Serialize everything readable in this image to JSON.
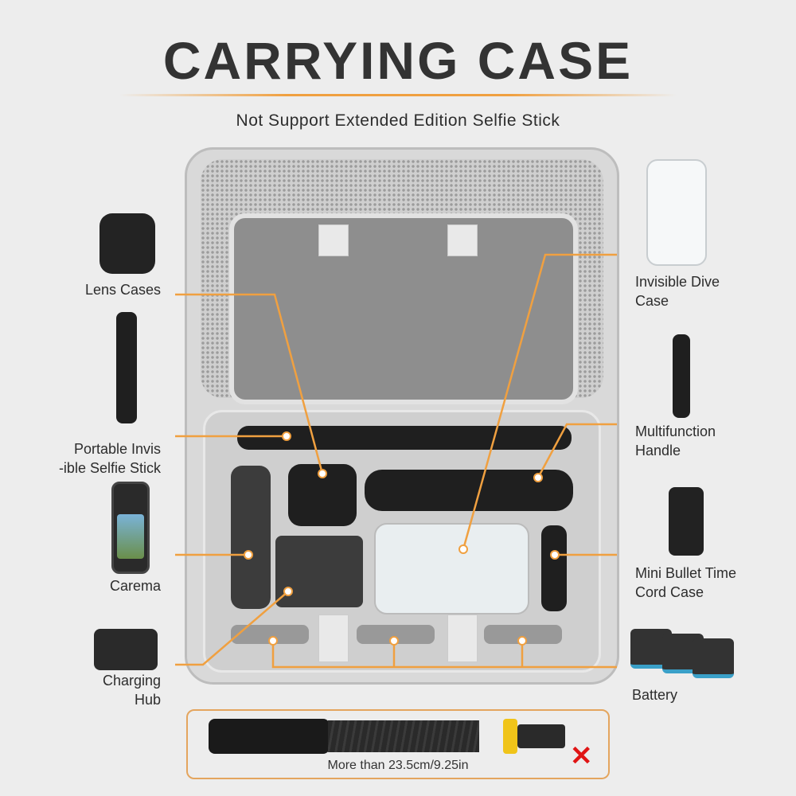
{
  "title": "CARRYING CASE",
  "subtitle": "Not Support Extended Edition Selfie Stick",
  "labels": {
    "lens_cases": "Lens Cases",
    "selfie_stick_1": "Portable Invis",
    "selfie_stick_2": "-ible Selfie Stick",
    "camera": "Carema",
    "charging_1": "Charging",
    "charging_2": "Hub",
    "dive_1": "Invisible Dive",
    "dive_2": "Case",
    "handle_1": "Multifunction",
    "handle_2": "Handle",
    "bullet_1": "Mini Bullet Time",
    "bullet_2": "Cord Case",
    "battery": "Battery"
  },
  "note": "More than 23.5cm/9.25in",
  "colors": {
    "accent": "#f0a040",
    "warning": "#e01515"
  }
}
